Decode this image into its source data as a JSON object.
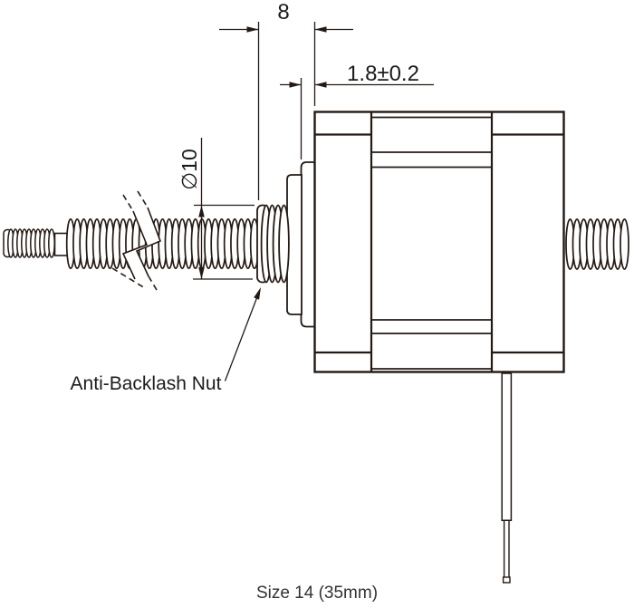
{
  "colors": {
    "line": "#241a14",
    "text": "#1c1c1c",
    "caption": "#333333",
    "background": "#ffffff"
  },
  "drawing": {
    "caption": "Size 14 (35mm)",
    "labels": {
      "anti_backlash_nut": "Anti-Backlash Nut"
    },
    "dimensions": {
      "nut_length": "8",
      "flange_thickness": "1.8±0.2",
      "nut_diameter": "∅10"
    }
  }
}
